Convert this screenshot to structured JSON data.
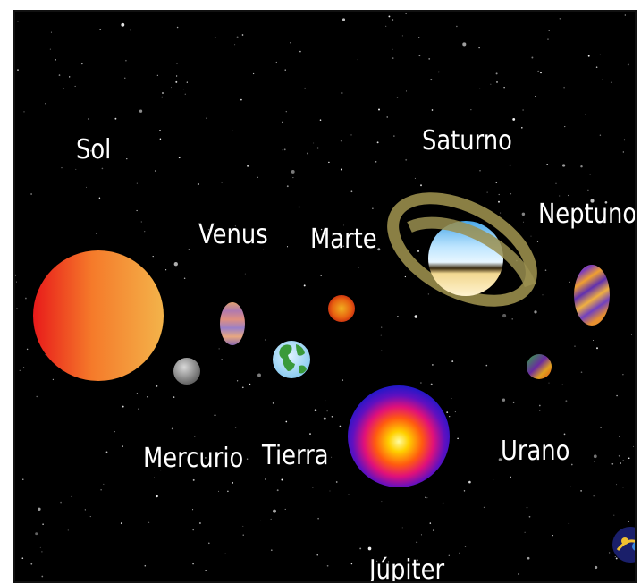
{
  "labels": {
    "sol": "Sol",
    "mercurio": "Mercurio",
    "venus": "Venus",
    "tierra": "Tierra",
    "marte": "Marte",
    "jupiter": "Júpiter",
    "saturno": "Saturno",
    "urano": "Urano",
    "neptuno": "Neptuno"
  },
  "colors": {
    "background": "#000000",
    "sol": "#f08a2a",
    "mercurio": "#9a9a9a",
    "venus": "#c88a9a",
    "tierra": "#58b858",
    "marte": "#e04a10",
    "jupiter": "#ffd400",
    "saturno": "#7ec8f0",
    "urano": "#6a3aa0",
    "neptuno": "#e0a030"
  },
  "logo": {
    "icon": "logo-icon"
  }
}
